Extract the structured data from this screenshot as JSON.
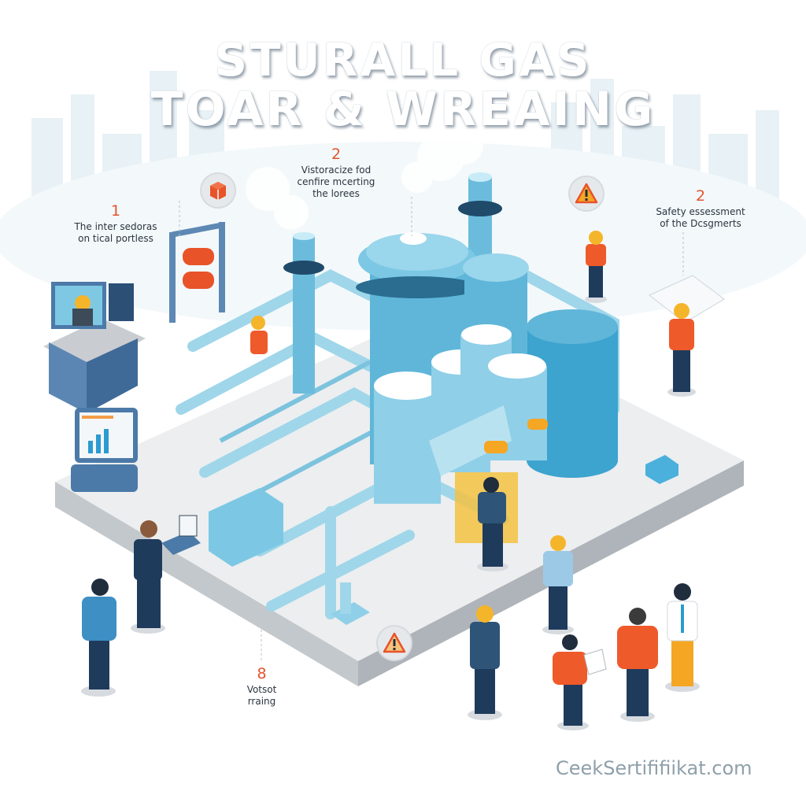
{
  "title": {
    "line1": "STURALL GAS",
    "line2": "TOAR & WREAING"
  },
  "callouts": [
    {
      "id": "c1",
      "number": "1",
      "text_line1": "The inter sedoras",
      "text_line2": "on tical portless"
    },
    {
      "id": "c2",
      "number": "2",
      "text_line1": "Vistoracize fod",
      "text_line2": "cenfire mcerting",
      "text_line3": "the lorees"
    },
    {
      "id": "c3",
      "number": "2",
      "text_line1": "Safety essessment",
      "text_line2": "of the Dcsgmerts"
    },
    {
      "id": "c4",
      "number": "8",
      "text_line1": "Votsot",
      "text_line2": "rraing"
    }
  ],
  "icons": [
    {
      "name": "box-icon",
      "color": "#e8532a"
    },
    {
      "name": "warning-icon",
      "color": "#f2a23a"
    },
    {
      "name": "warning-icon",
      "color": "#f2a23a"
    }
  ],
  "watermark": "CeekSertififiikat.com",
  "colors": {
    "accent_orange": "#e2552e",
    "tank_blue": "#5fb6d9",
    "tank_light": "#a9dcef",
    "platform_top": "#eceeef",
    "platform_side": "#b9bfc4",
    "navy": "#1f3b5c",
    "hardhat_yellow": "#f5b52a"
  }
}
